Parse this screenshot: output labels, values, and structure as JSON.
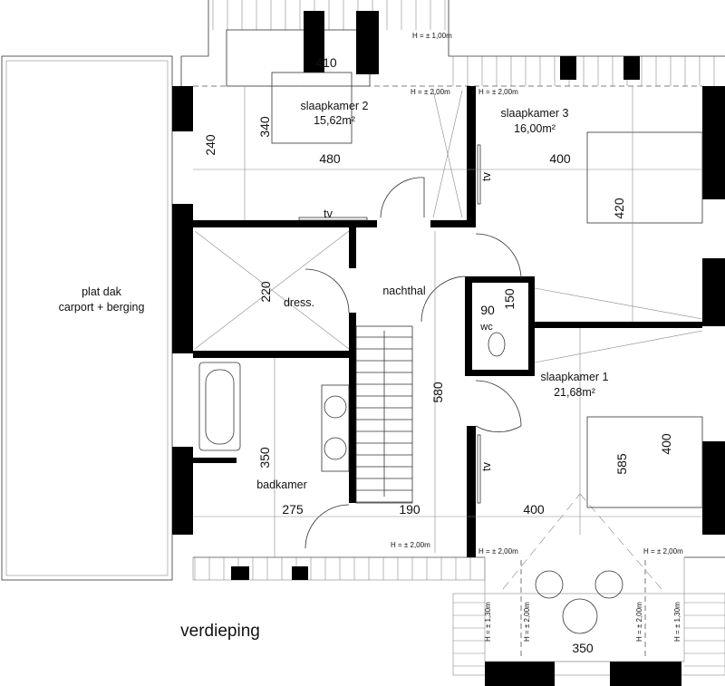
{
  "plan": {
    "title": "verdieping",
    "rooms": {
      "flat_roof": {
        "line1": "plat dak",
        "line2": "carport + berging"
      },
      "bedroom2": {
        "name": "slaapkamer 2",
        "area": "15,62m²"
      },
      "bedroom3": {
        "name": "slaapkamer 3",
        "area": "16,00m²"
      },
      "bedroom1": {
        "name": "slaapkamer 1",
        "area": "21,68m²"
      },
      "dressing": {
        "name": "dress."
      },
      "hall": {
        "name": "nachthal"
      },
      "wc": {
        "name": "wc"
      },
      "bathroom": {
        "name": "badkamer"
      }
    },
    "dimensions": {
      "d410": "410",
      "d340": "340",
      "d240": "240",
      "d480": "480",
      "d400_top": "400",
      "d420": "420",
      "d220": "220",
      "d90": "90",
      "d150": "150",
      "d580": "580",
      "d350_bath": "350",
      "d275": "275",
      "d190": "190",
      "d400_bottom": "400",
      "d585": "585",
      "d400_right": "400",
      "d350_bay": "350"
    },
    "heights": {
      "h_top": "H = ± 1,00m",
      "h_b2": "H = ± 2,00m",
      "h_b3": "H = ± 2,00m",
      "h_hall": "H = ± 2,00m",
      "h_bay_left": "H = ± 2,00m",
      "h_bay_right": "H = ± 2,00m",
      "h_v1": "H = ± 1,30m",
      "h_v2": "H = ± 2,00m",
      "h_v3": "H = ± 2,00m",
      "h_v4": "H = ± 1,30m"
    },
    "tv_labels": [
      "tv",
      "tv",
      "tv"
    ]
  }
}
